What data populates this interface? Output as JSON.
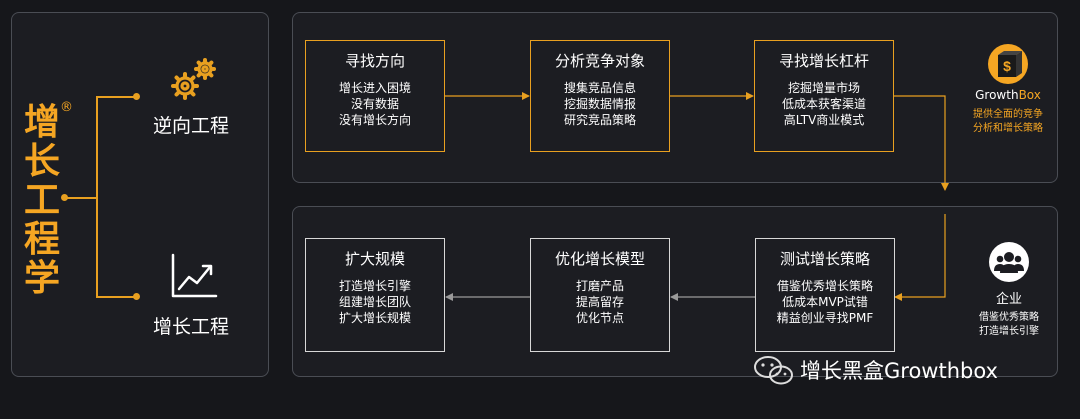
{
  "left": {
    "title": "增长工程学",
    "reg_mark": "®",
    "branch_top_label": "逆向工程",
    "branch_bottom_label": "增长工程"
  },
  "top_row": [
    {
      "title": "寻找方向",
      "lines": [
        "增长进入困境",
        "没有数据",
        "没有增长方向"
      ]
    },
    {
      "title": "分析竞争对象",
      "lines": [
        "搜集竞品信息",
        "挖掘数据情报",
        "研究竞品策略"
      ]
    },
    {
      "title": "寻找增长杠杆",
      "lines": [
        "挖掘增量市场",
        "低成本获客渠道",
        "高LTV商业模式"
      ]
    }
  ],
  "bottom_row": [
    {
      "title": "扩大规模",
      "lines": [
        "打造增长引擎",
        "组建增长团队",
        "扩大增长规模"
      ]
    },
    {
      "title": "优化增长模型",
      "lines": [
        "打磨产品",
        "提高留存",
        "优化节点"
      ]
    },
    {
      "title": "测试增长策略",
      "lines": [
        "借鉴优秀增长策略",
        "低成本MVP试错",
        "精益创业寻找PMF"
      ]
    }
  ],
  "growthbox": {
    "name_prefix": "Growth",
    "name_suffix": "Box",
    "desc": [
      "提供全面的竞争",
      "分析和增长策略"
    ]
  },
  "enterprise": {
    "name": "企业",
    "desc": [
      "借鉴优秀策略",
      "打造增长引擎"
    ]
  },
  "footer": {
    "text": "增长黑盒Growthbox"
  },
  "colors": {
    "accent": "#e8a020",
    "title_orange": "#f5a623",
    "box_grey": "#d8d8d8",
    "background": "#16171b"
  },
  "icons": [
    "gears-icon",
    "line-chart-icon",
    "growthbox-logo-icon",
    "people-icon",
    "wechat-icon"
  ]
}
